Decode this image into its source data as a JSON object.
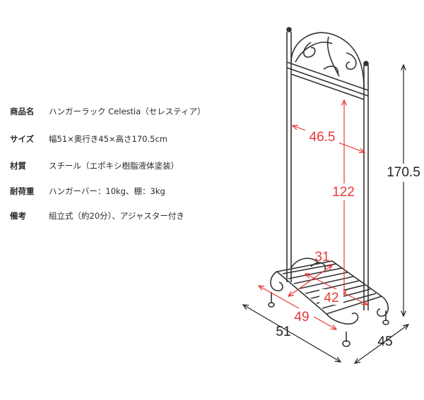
{
  "specs": [
    {
      "label": "商品名",
      "value": "ハンガーラック Celestia（セレスティア）"
    },
    {
      "label": "サイズ",
      "value": "幅51×奥行き45×高さ170.5cm"
    },
    {
      "label": "材質",
      "value": "スチール（エポキシ樹脂液体塗装）"
    },
    {
      "label": "耐荷重",
      "value": "ハンガーバー：10kg、棚：3kg"
    },
    {
      "label": "備考",
      "value": "組立式（約20分）、アジャスター付き"
    }
  ],
  "dimensions": {
    "inner_width": "46.5",
    "inner_height": "122",
    "shelf_depth": "31",
    "shelf_width": "42",
    "base_inner": "49",
    "total_height": "170.5",
    "total_width": "51",
    "total_depth": "45"
  },
  "colors": {
    "dimension_red": "#e53935",
    "rack": "#333333",
    "text": "#2a2a2a"
  }
}
